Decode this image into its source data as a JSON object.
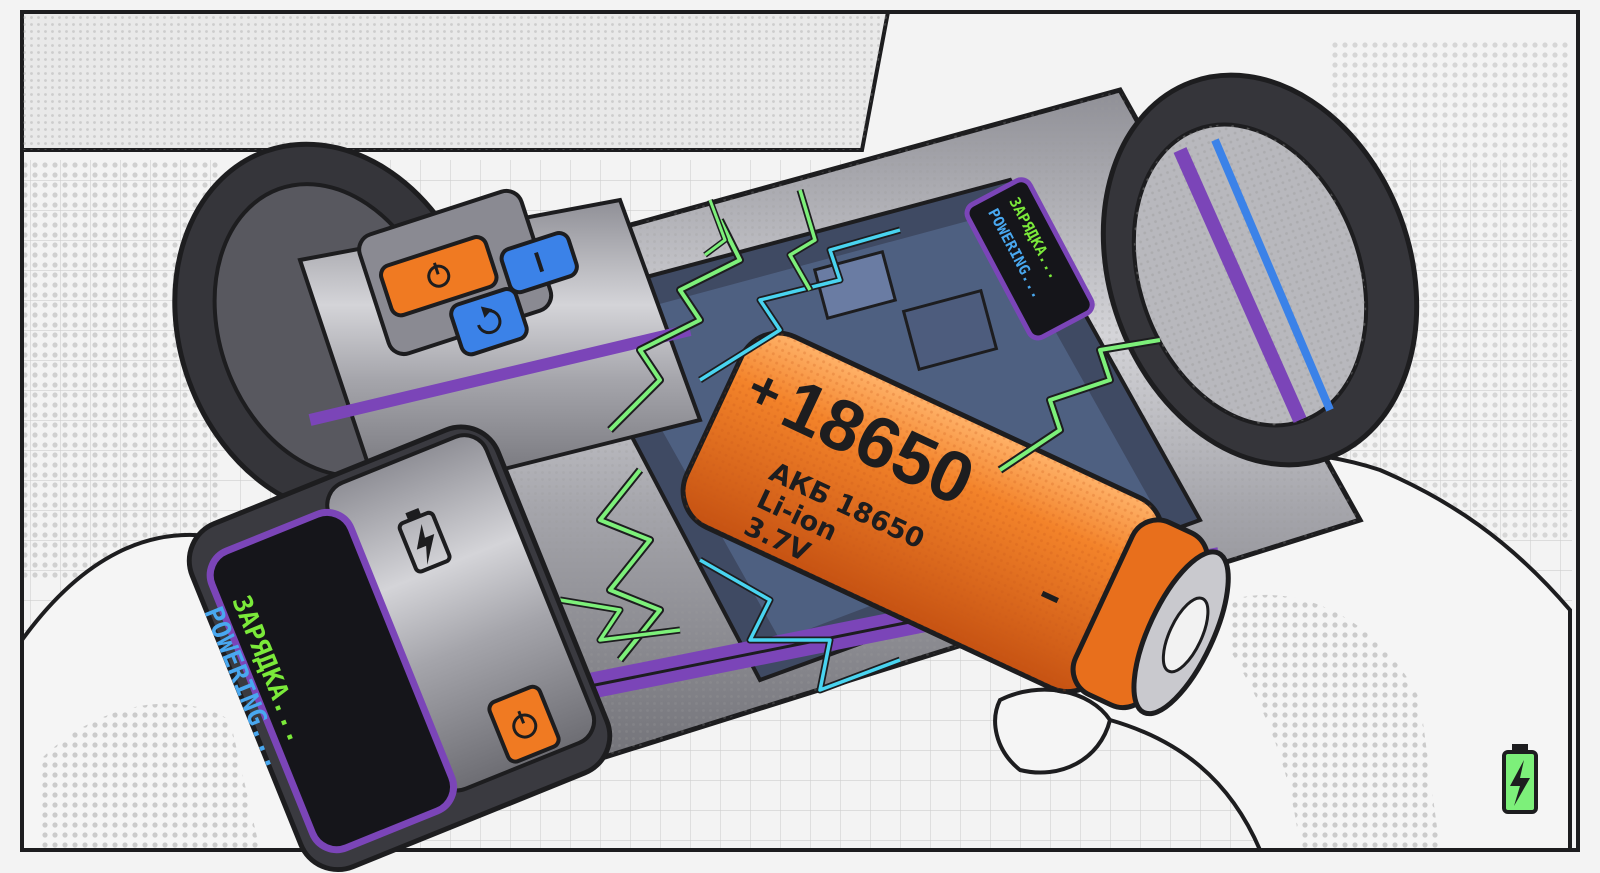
{
  "caption_box": {
    "text": ""
  },
  "flashlight": {
    "display_top": {
      "line1": "ЗАРЯДКА...",
      "line2": "POWERING..."
    },
    "display_bottom": {
      "line1": "ЗАРЯДКА...",
      "line2": "POWERING..."
    },
    "buttons": [
      "power-icon",
      "minus-icon",
      "refresh-icon"
    ],
    "bottom_button": "power-icon",
    "charge_icon": "battery-charge-icon"
  },
  "battery": {
    "plus_sign": "+",
    "model": "18650",
    "label_line1": "АКБ 18650",
    "label_line2": "Li-ion",
    "label_line3": "3.7V",
    "minus_sign": "–"
  },
  "corner_badge": {
    "icon": "battery-bolt-icon"
  },
  "colors": {
    "battery_orange": "#f07a22",
    "accent_blue": "#3b82e8",
    "accent_purple": "#7b45b8",
    "spark_green": "#7df07a",
    "lcd_green": "#7bea3a",
    "lcd_blue": "#49a8f0",
    "ink": "#1d1d1f"
  }
}
